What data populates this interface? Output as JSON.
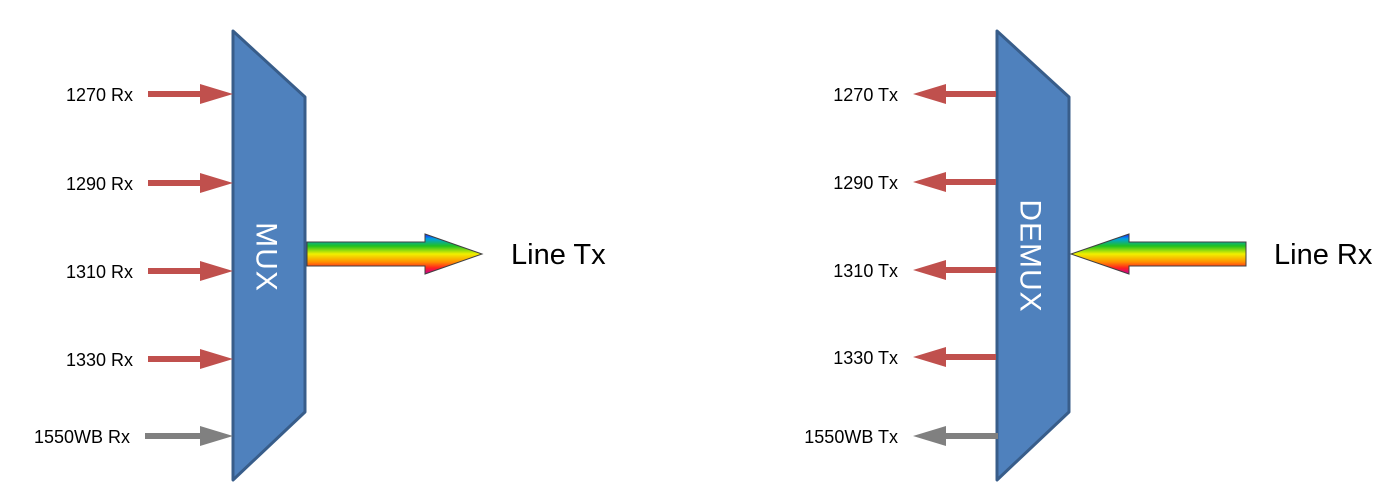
{
  "colors": {
    "block_fill": "#4f81bd",
    "block_stroke": "#385d8a",
    "channel_arrow": "#c0504d",
    "wideband_arrow": "#808080",
    "block_text": "#ffffff",
    "label_text": "#000000"
  },
  "mux": {
    "label": "MUX",
    "inputs": [
      "1270 Rx",
      "1290 Rx",
      "1310 Rx",
      "1330 Rx",
      "1550WB Rx"
    ],
    "output_label": "Line Tx"
  },
  "demux": {
    "label": "DEMUX",
    "outputs": [
      "1270 Tx",
      "1290 Tx",
      "1310 Tx",
      "1330 Tx",
      "1550WB Tx"
    ],
    "input_label": "Line Rx"
  }
}
